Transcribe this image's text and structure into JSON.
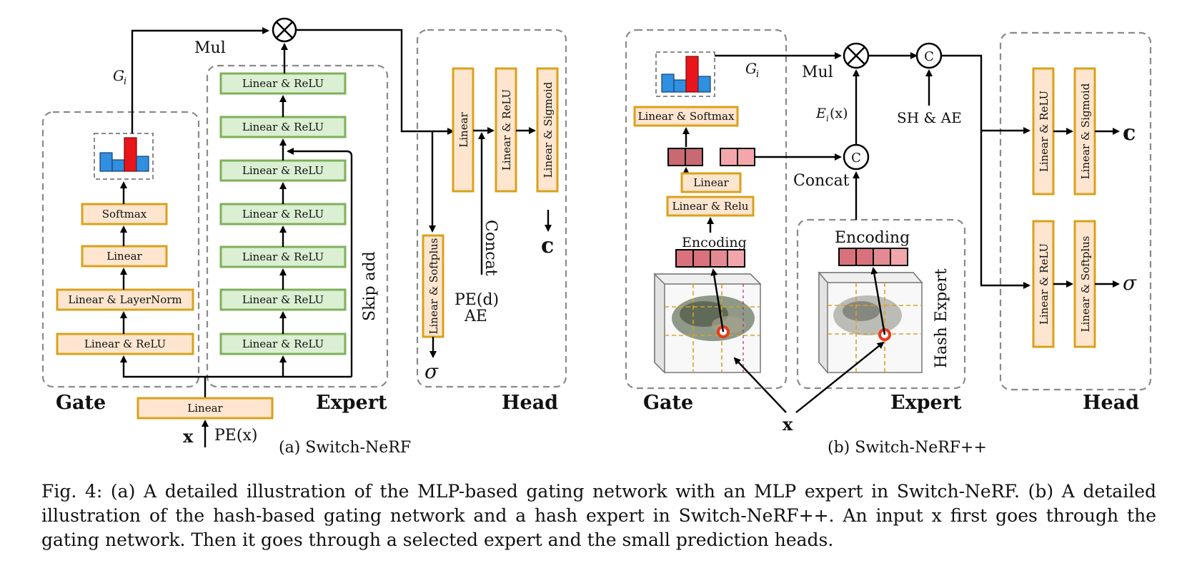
{
  "figure": {
    "left": {
      "gate_label": "Gate",
      "expert_label": "Expert",
      "head_label": "Head",
      "mul_label": "Mul",
      "gi_label": "G",
      "gi_sub": "i",
      "skip_add": "Skip add",
      "concat": "Concat",
      "pe_d": "PE(d)",
      "ae": "AE",
      "gate_layers": [
        "Softmax",
        "Linear",
        "Linear & LayerNorm",
        "Linear & ReLU"
      ],
      "expert_layer": "Linear & ReLU",
      "input_linear": "Linear",
      "x": "x",
      "pe_x": "PE(x)",
      "head_linear": "Linear",
      "head_relu": "Linear & ReLU",
      "head_sigmoid": "Linear & Sigmoid",
      "head_softplus": "Linear & Softplus",
      "c": "c",
      "sigma": "σ",
      "caption": "(a) Switch-NeRF"
    },
    "right": {
      "gate_label": "Gate",
      "expert_label": "Expert",
      "head_label": "Head",
      "mul_label": "Mul",
      "gi_label": "G",
      "gi_sub": "i",
      "ei_label": "E",
      "ei_sub": "i",
      "ei_arg": "(x)",
      "concat": "Concat",
      "sh_ae": "SH & AE",
      "hash_expert": "Hash Expert",
      "encoding": "Encoding",
      "linear_softmax": "Linear & Softmax",
      "linear": "Linear",
      "linear_relu_lower": "Linear & Relu",
      "c_symbol": "C",
      "head_relu": "Linear & ReLU",
      "head_sigmoid": "Linear & Sigmoid",
      "head_softplus": "Linear & Softplus",
      "c": "c",
      "sigma": "σ",
      "x": "x",
      "caption": "(b) Switch-NeRF++"
    }
  },
  "caption": "Fig. 4: (a) A detailed illustration of the MLP-based gating network with an MLP expert in Switch-NeRF. (b) A detailed illustration of the hash-based gating network and a hash expert in Switch-NeRF++. An input x first goes through the gating network. Then it goes through a selected expert and the small prediction heads.",
  "colors": {
    "orange_fill": "#fde5cf",
    "orange_stroke": "#d9a21b",
    "green_fill": "#dbefd3",
    "green_stroke": "#7fb05a",
    "bar_blue": "#2f8fe0",
    "bar_red": "#e8151b",
    "encoding_fill": "#e38a92"
  }
}
